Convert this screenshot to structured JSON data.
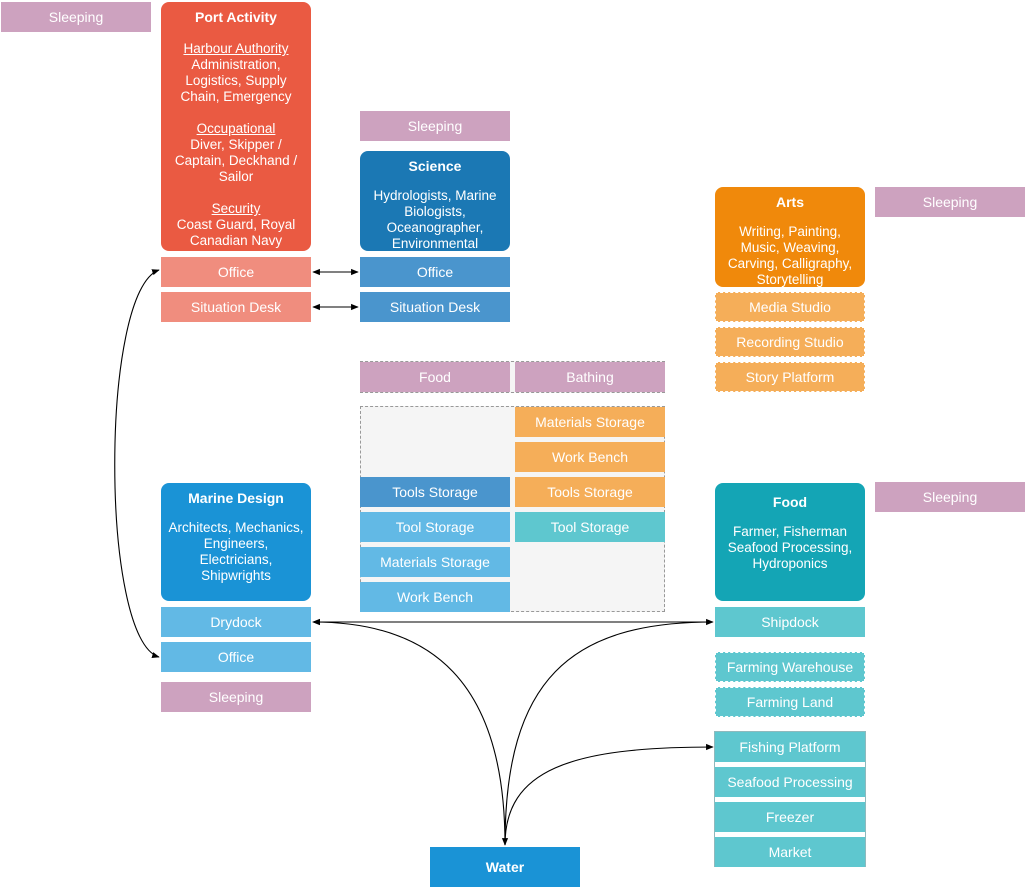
{
  "sleeping_label": "Sleeping",
  "port": {
    "title": "Port Activity",
    "sections": [
      {
        "heading": "Harbour Authority ",
        "body": "Administration, Logistics, Supply Chain, Emergency"
      },
      {
        "heading": "Occupational",
        "body": "Diver, Skipper / Captain, Deckhand / Sailor"
      },
      {
        "heading": "Security",
        "body": "Coast Guard, Royal Canadian Navy"
      }
    ],
    "rooms": [
      "Office",
      "Situation Desk"
    ]
  },
  "science": {
    "title": "Science",
    "body": "Hydrologists, Marine Biologists, Oceanographer, Environmental",
    "rooms": [
      "Office",
      "Situation Desk"
    ]
  },
  "arts": {
    "title": "Arts",
    "body": "Writing, Painting, Music, Weaving, Carving, Calligraphy, Storytelling",
    "rooms": [
      "Media Studio",
      "Recording Studio",
      "Story Platform"
    ]
  },
  "shared": {
    "top": [
      "Food",
      "Bathing"
    ],
    "left_column": [
      "Tools Storage",
      "Tool Storage",
      "Materials Storage",
      "Work Bench"
    ],
    "right_column": [
      "Materials Storage",
      "Work Bench",
      "Tools Storage",
      "Tool Storage"
    ]
  },
  "marine": {
    "title": "Marine Design",
    "body": "Architects, Mechanics, Engineers, Electricians, Shipwrights",
    "rooms": [
      "Drydock",
      "Office"
    ]
  },
  "food": {
    "title": "Food",
    "body": "Farmer, Fisherman Seafood Processing, Hydroponics",
    "rooms": [
      "Shipdock",
      "Farming Warehouse",
      "Farming Land",
      "Fishing Platform",
      "Seafood Processing",
      "Freezer",
      "Market"
    ]
  },
  "water": {
    "label": "Water"
  },
  "colors": {
    "port": "#ea5a42",
    "port_light": "#f08d7e",
    "science": "#1b78b4",
    "science_light": "#4a95cd",
    "arts": "#f0890b",
    "arts_light": "#f5ae59",
    "marine": "#1a93d6",
    "marine_light": "#62b9e5",
    "food": "#14a5b5",
    "food_light": "#5ec7cf",
    "sleeping": "#cda2bf",
    "water": "#1a93d6"
  }
}
